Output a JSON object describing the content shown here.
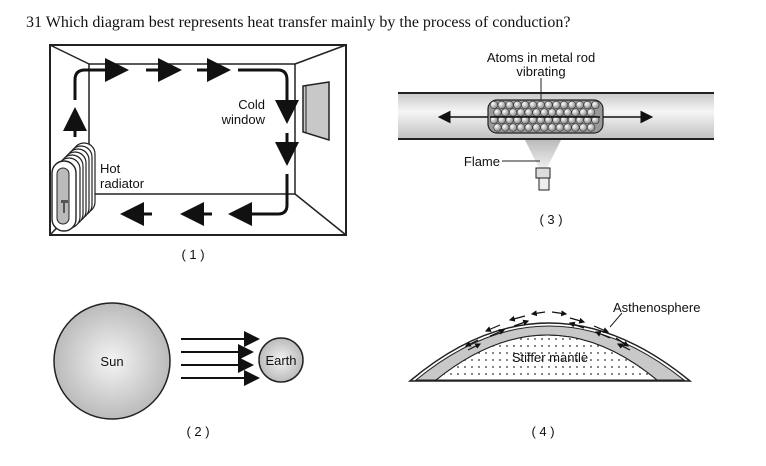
{
  "question": {
    "number": "31",
    "text": "Which diagram best represents heat transfer mainly by the process of conduction?"
  },
  "diagrams": [
    {
      "id": "1",
      "caption": "( 1 )",
      "labels": {
        "window": [
          "Cold",
          "window"
        ],
        "radiator": [
          "Hot",
          "radiator"
        ]
      }
    },
    {
      "id": "2",
      "caption": "( 2 )",
      "labels": {
        "sun": "Sun",
        "earth": "Earth"
      }
    },
    {
      "id": "3",
      "caption": "( 3 )",
      "labels": {
        "atoms": [
          "Atoms in metal rod",
          "vibrating"
        ],
        "flame": "Flame"
      }
    },
    {
      "id": "4",
      "caption": "( 4 )",
      "labels": {
        "asthenosphere": "Asthenosphere",
        "mantle": "Stiffer mantle"
      }
    }
  ]
}
